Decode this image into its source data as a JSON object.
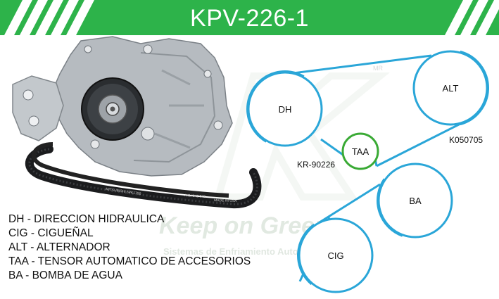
{
  "header": {
    "title": "KPV-226-1",
    "color": "#2db34a"
  },
  "diagram": {
    "belt_color": "#2aa6d8",
    "tensioner_color": "#3aaa35",
    "pulleys": [
      {
        "id": "dh",
        "label": "DH"
      },
      {
        "id": "alt",
        "label": "ALT"
      },
      {
        "id": "taa",
        "label": "TAA"
      },
      {
        "id": "ba",
        "label": "BA"
      },
      {
        "id": "cig",
        "label": "CIG"
      }
    ],
    "part_numbers": {
      "belt": "K050705",
      "tensioner": "KR-90226"
    }
  },
  "legend": [
    "DH - DIRECCION HIDRAULICA",
    "CIG - CIGUEÑAL",
    "ALT - ALTERNADOR",
    "TAA - TENSOR AUTOMATICO DE ACCESORIOS",
    "BA - BOMBA DE AGUA"
  ],
  "watermark": {
    "brand": "Keep on Green",
    "tagline": "Sistemas de Enfriamiento Automotriz",
    "mark": "MR"
  },
  "product_photo": {
    "belt_print": "MITSUBISHI 5PK1750",
    "belt_code": "A414042 042",
    "belt_made": "MADE IN USA"
  }
}
